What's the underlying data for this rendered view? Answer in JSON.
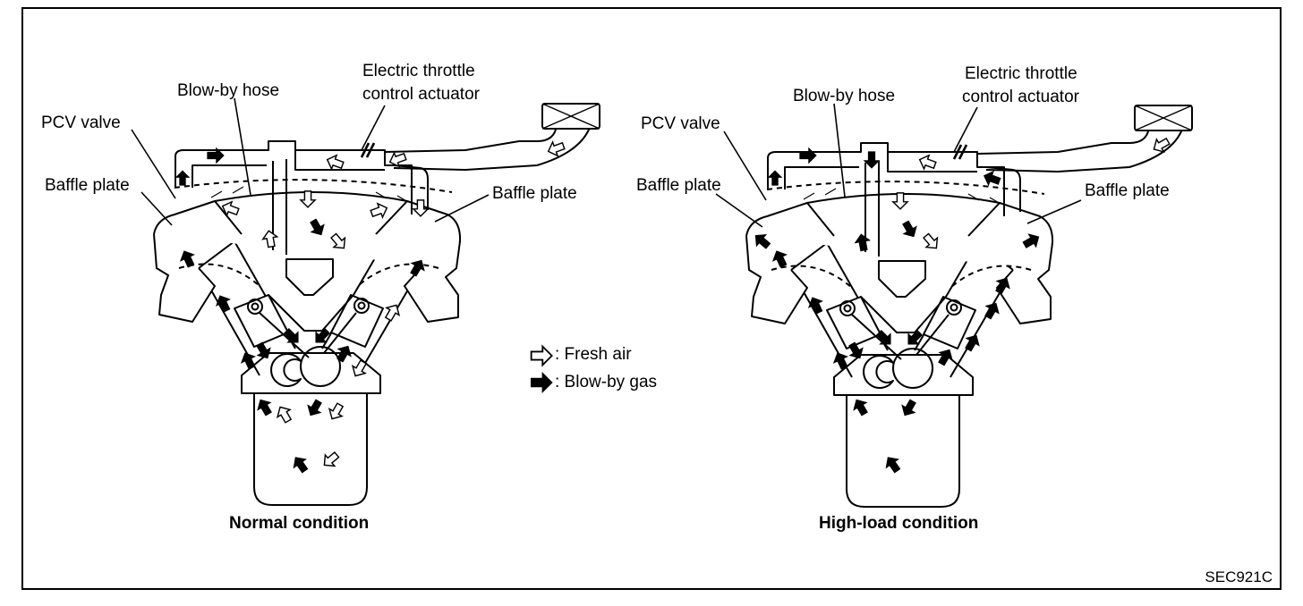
{
  "left_diagram": {
    "labels": {
      "pcv_valve": "PCV valve",
      "blowby_hose": "Blow-by hose",
      "throttle_line1": "Electric throttle",
      "throttle_line2": "control actuator",
      "baffle_left": "Baffle plate",
      "baffle_right": "Baffle plate"
    },
    "caption": "Normal condition"
  },
  "right_diagram": {
    "labels": {
      "pcv_valve": "PCV valve",
      "blowby_hose": "Blow-by hose",
      "throttle_line1": "Electric throttle",
      "throttle_line2": "control actuator",
      "baffle_left": "Baffle plate",
      "baffle_right": "Baffle plate"
    },
    "caption": "High-load condition"
  },
  "legend": {
    "fresh_air": ": Fresh air",
    "blowby_gas": ": Blow-by gas"
  },
  "figure_code": "SEC921C",
  "colors": {
    "ink": "#000000",
    "paper": "#ffffff"
  }
}
